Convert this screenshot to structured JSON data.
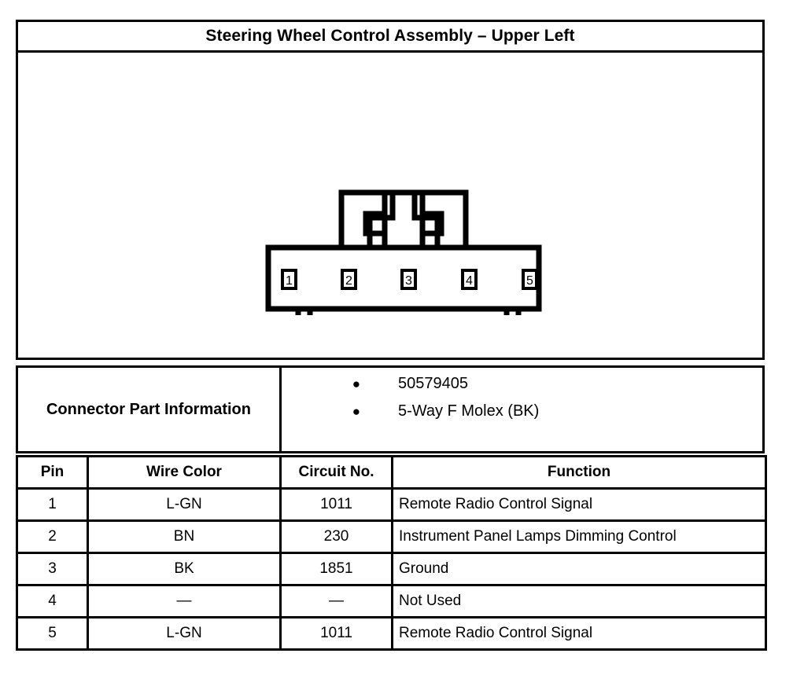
{
  "header": {
    "title": "Steering Wheel Control Assembly – Upper Left"
  },
  "diagram": {
    "name": "connector-end-view",
    "pins": [
      {
        "number": "1"
      },
      {
        "number": "2"
      },
      {
        "number": "3"
      },
      {
        "number": "4"
      },
      {
        "number": "5"
      }
    ]
  },
  "part_info": {
    "label": "Connector Part Information",
    "bullet": "●",
    "items": [
      "50579405",
      "5-Way F Molex (BK)"
    ]
  },
  "pin_table": {
    "headers": {
      "pin": "Pin",
      "wire_color": "Wire Color",
      "circuit_no": "Circuit No.",
      "function": "Function"
    },
    "rows": [
      {
        "pin": "1",
        "wire_color": "L-GN",
        "circuit_no": "1011",
        "function": "Remote Radio Control Signal"
      },
      {
        "pin": "2",
        "wire_color": "BN",
        "circuit_no": "230",
        "function": "Instrument Panel Lamps Dimming Control"
      },
      {
        "pin": "3",
        "wire_color": "BK",
        "circuit_no": "1851",
        "function": "Ground"
      },
      {
        "pin": "4",
        "wire_color": "—",
        "circuit_no": "—",
        "function": "Not Used"
      },
      {
        "pin": "5",
        "wire_color": "L-GN",
        "circuit_no": "1011",
        "function": "Remote Radio Control Signal"
      }
    ]
  },
  "colors": {
    "ink": "#000000",
    "paper": "#ffffff"
  }
}
